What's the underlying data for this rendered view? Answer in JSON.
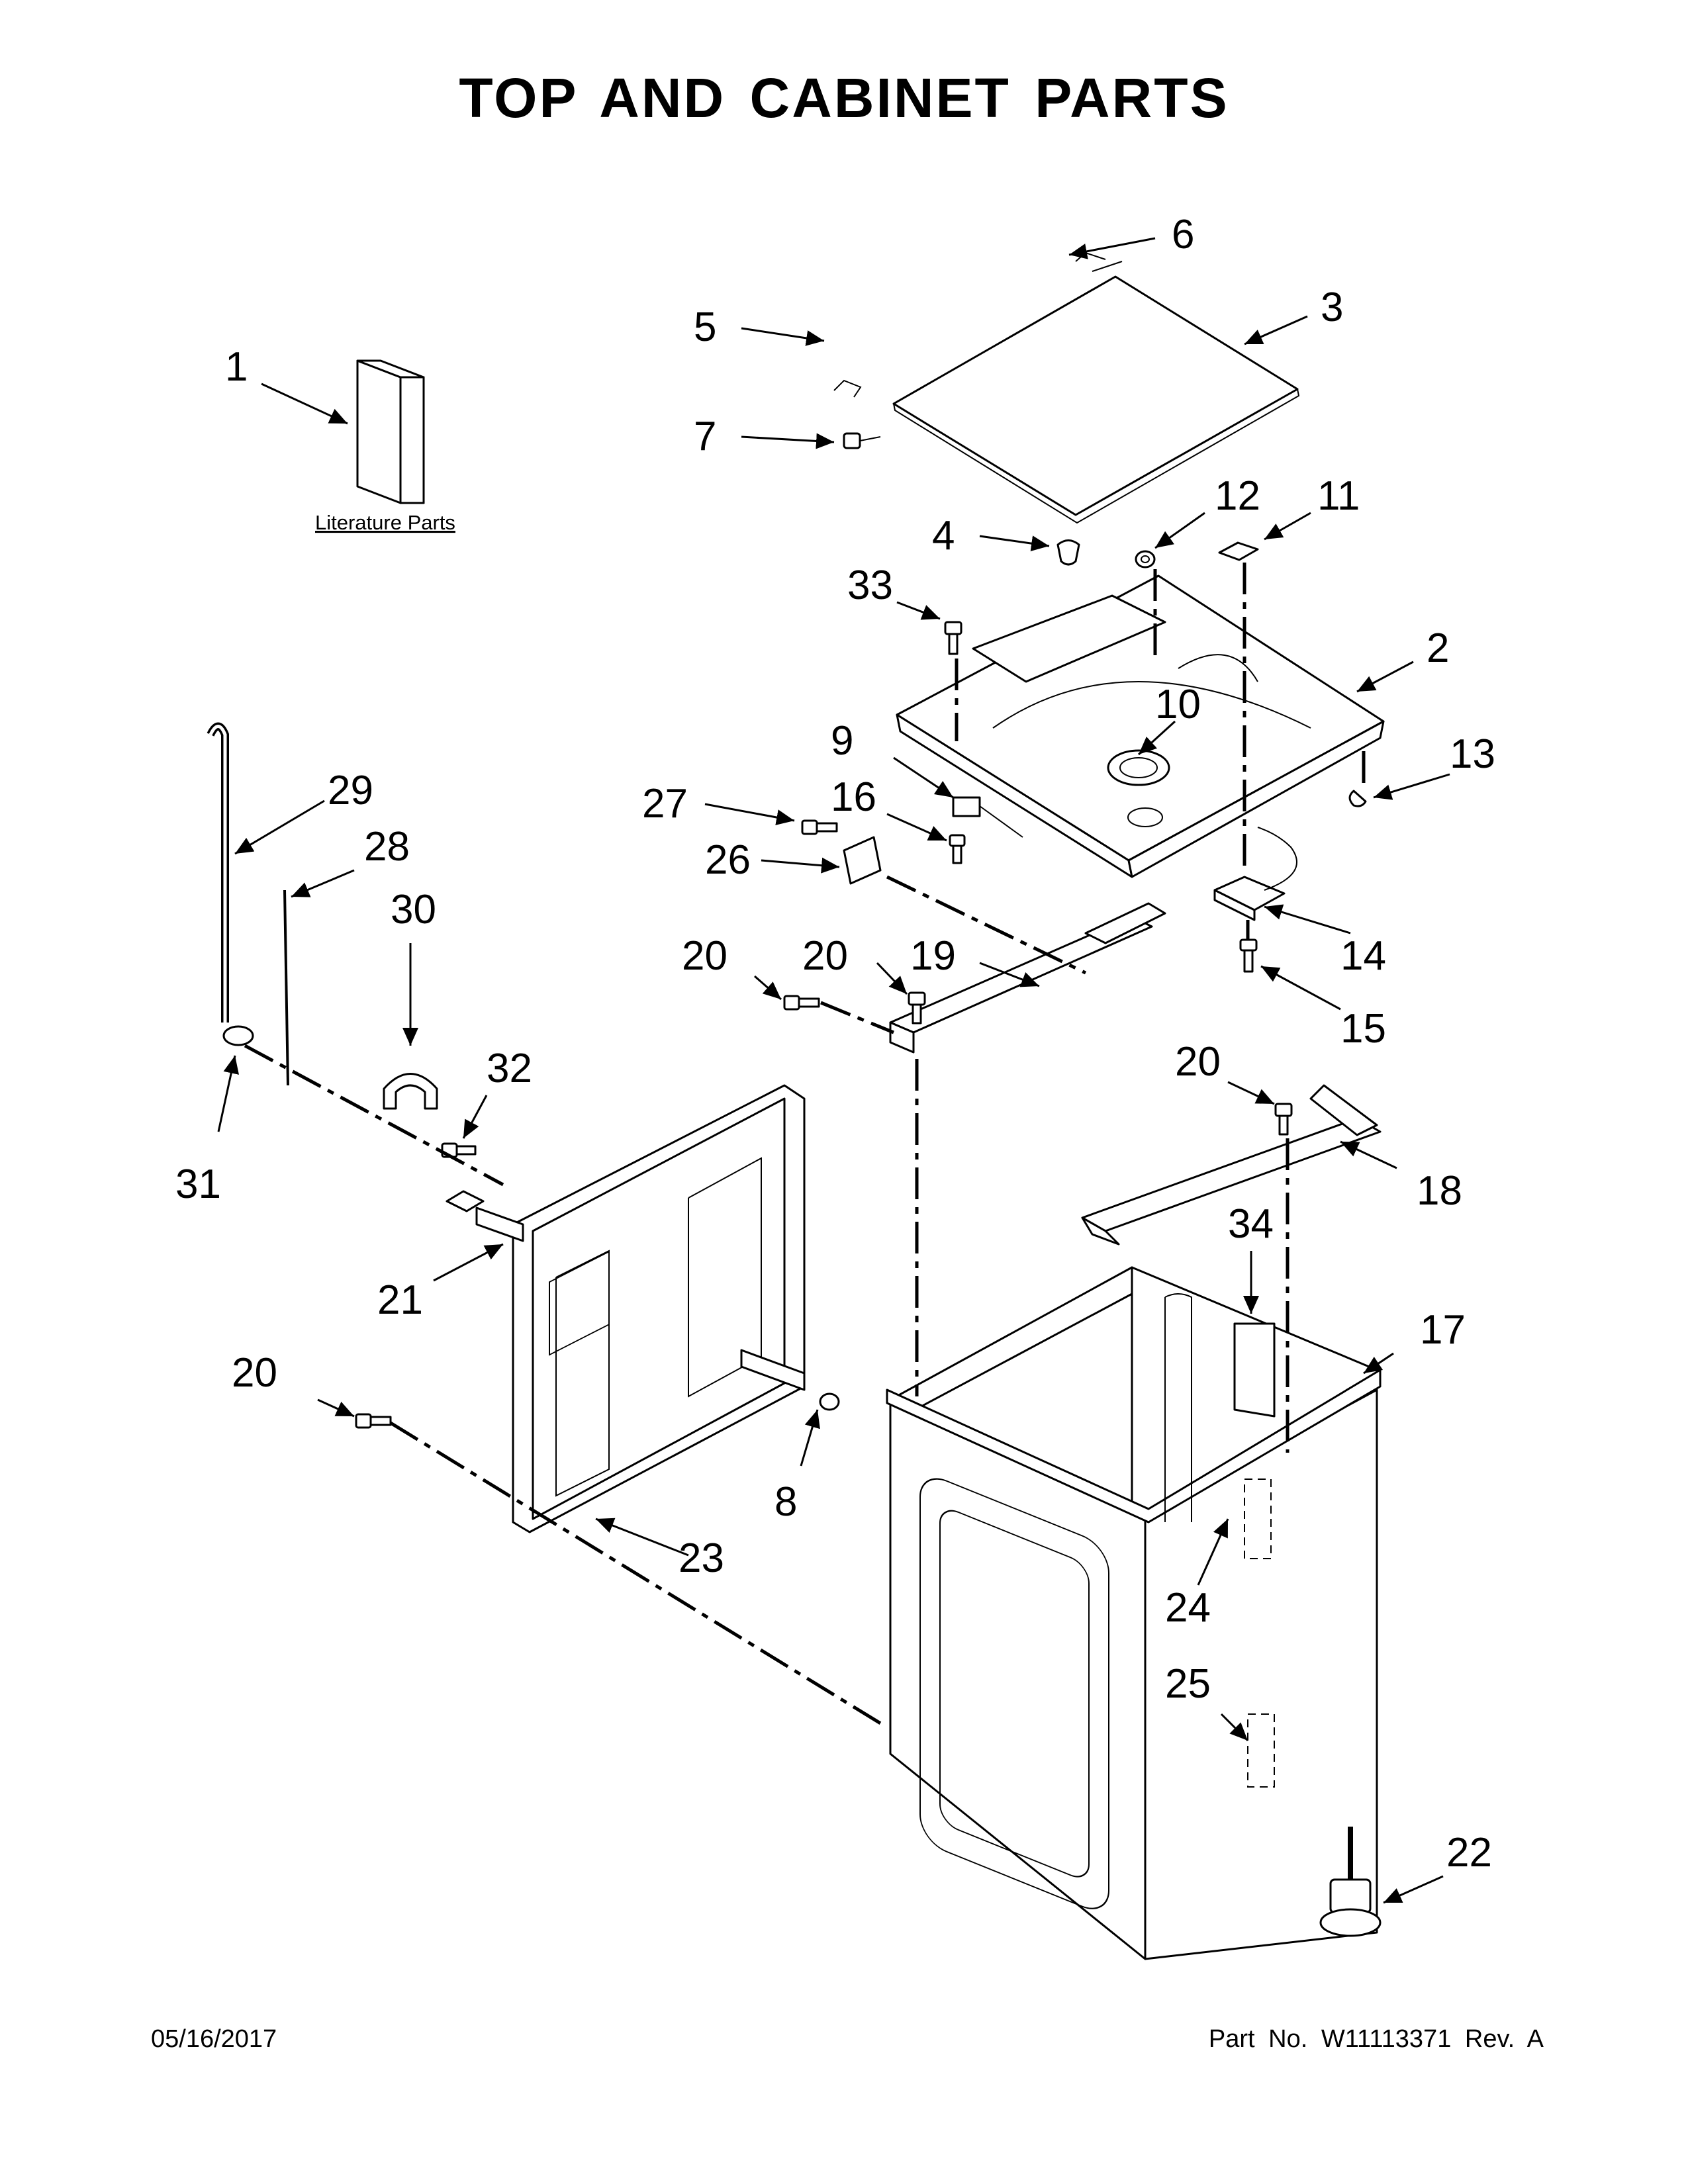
{
  "title": "TOP AND CABINET PARTS",
  "literature_label": "Literature Parts",
  "footer": {
    "date": "05/16/2017",
    "part_number": "Part No.  W11113371  Rev.  A"
  },
  "callouts": {
    "c1": "1",
    "c2": "2",
    "c3": "3",
    "c4": "4",
    "c5": "5",
    "c6": "6",
    "c7": "7",
    "c8": "8",
    "c9": "9",
    "c10": "10",
    "c11": "11",
    "c12": "12",
    "c13": "13",
    "c14": "14",
    "c15": "15",
    "c16": "16",
    "c17": "17",
    "c18": "18",
    "c19": "19",
    "c20a": "20",
    "c20b": "20",
    "c20c": "20",
    "c20d": "20",
    "c21": "21",
    "c22": "22",
    "c23": "23",
    "c24": "24",
    "c25": "25",
    "c26": "26",
    "c27": "27",
    "c28": "28",
    "c29": "29",
    "c30": "30",
    "c31": "31",
    "c32": "32",
    "c33": "33",
    "c34": "34"
  }
}
